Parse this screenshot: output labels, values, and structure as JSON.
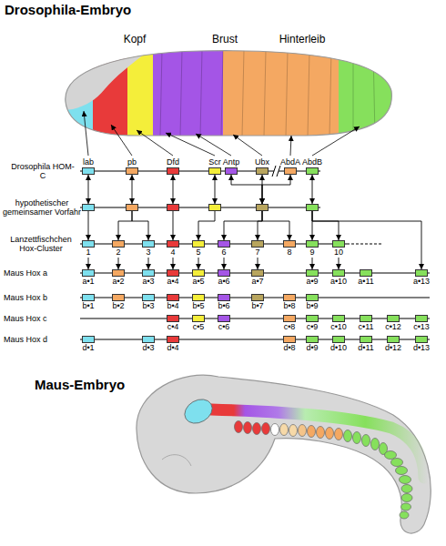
{
  "diagram": {
    "title": "Drosophila-Embryo",
    "nodes": [
      {
        "text": [
          "lab"
        ]
      },
      {
        "text": [
          "pb"
        ]
      },
      {
        "text": [
          "Dfd"
        ]
      },
      {
        "text": [
          "Scr"
        ]
      },
      {
        "text": [
          "Antp"
        ]
      },
      {
        "text": [
          "Ubx"
        ]
      },
      {
        "text": [
          "AbdA"
        ]
      },
      {
        "text": [
          "AbdB"
        ]
      },
      {
        "text": []
      },
      {
        "text": []
      },
      {
        "text": []
      },
      {
        "text": []
      },
      {
        "text": []
      },
      {
        "text": []
      },
      {
        "text": [
          "1"
        ]
      },
      {
        "text": [
          "2"
        ]
      },
      {
        "text": [
          "3"
        ]
      },
      {
        "text": [
          "4"
        ]
      },
      {
        "text": [
          "5"
        ]
      },
      {
        "text": [
          "6"
        ]
      },
      {
        "text": [
          "7"
        ]
      },
      {
        "text": [
          "8"
        ]
      },
      {
        "text": [
          "9"
        ]
      },
      {
        "text": [
          "10"
        ]
      },
      {
        "text": [
          "a•1"
        ]
      },
      {
        "text": [
          "a•2"
        ]
      },
      {
        "text": [
          "a•3"
        ]
      },
      {
        "text": [
          "a•4"
        ]
      },
      {
        "text": [
          "a•5"
        ]
      },
      {
        "text": [
          "a•6"
        ]
      },
      {
        "text": [
          "a•7"
        ]
      },
      {
        "text": [
          "a•9"
        ]
      },
      {
        "text": [
          "a•10"
        ]
      },
      {
        "text": [
          "a•11"
        ]
      },
      {
        "text": [
          "a•13"
        ]
      },
      {
        "text": [
          "b•1"
        ]
      },
      {
        "text": [
          "b•2"
        ]
      },
      {
        "text": [
          "b•3"
        ]
      },
      {
        "text": [
          "b•4"
        ]
      },
      {
        "text": [
          "b•5"
        ]
      },
      {
        "text": [
          "b•6"
        ]
      },
      {
        "text": [
          "b•7"
        ]
      },
      {
        "text": [
          "b•8"
        ]
      },
      {
        "text": [
          "b•9"
        ]
      },
      {
        "text": [
          "c•4"
        ]
      },
      {
        "text": [
          "c•5"
        ]
      },
      {
        "text": [
          "c•6"
        ]
      },
      {
        "text": [
          "c•8"
        ]
      },
      {
        "text": [
          "c•9"
        ]
      },
      {
        "text": [
          "c•10"
        ]
      },
      {
        "text": [
          "c•11"
        ]
      },
      {
        "text": [
          "c•12"
        ]
      },
      {
        "text": [
          "c•13"
        ]
      },
      {
        "text": [
          "d•1"
        ]
      },
      {
        "text": [
          "d•3"
        ]
      },
      {
        "text": [
          "d•4"
        ]
      },
      {
        "text": [
          "d•8"
        ]
      },
      {
        "text": [
          "d•9"
        ]
      },
      {
        "text": [
          "d•10"
        ]
      },
      {
        "text": [
          "d•11"
        ]
      },
      {
        "text": [
          "d•12"
        ]
      },
      {
        "text": [
          "d•13"
        ]
      }
    ],
    "edges": [
      {
        "from": 0,
        "to": 8,
        "arrow": "both"
      },
      {
        "from": 1,
        "to": 9,
        "arrow": "both"
      },
      {
        "from": 2,
        "to": 10,
        "arrow": "both"
      },
      {
        "from": 3,
        "to": 11,
        "arrow": "both"
      },
      {
        "from": 4,
        "to": 12,
        "arrow": "both"
      },
      {
        "from": 5,
        "to": 12,
        "arrow": "both"
      },
      {
        "from": 6,
        "to": 12,
        "arrow": "both"
      },
      {
        "from": 7,
        "to": 13,
        "arrow": "both"
      },
      {
        "from": 8,
        "to": 14,
        "arrow": "to"
      },
      {
        "from": 9,
        "to": 15,
        "arrow": "to"
      },
      {
        "from": 9,
        "to": 16,
        "arrow": "to"
      },
      {
        "from": 10,
        "to": 17,
        "arrow": "to"
      },
      {
        "from": 11,
        "to": 18,
        "arrow": "to"
      },
      {
        "from": 12,
        "to": 19,
        "arrow": "to"
      },
      {
        "from": 12,
        "to": 20,
        "arrow": "to"
      },
      {
        "from": 12,
        "to": 21,
        "arrow": "to"
      },
      {
        "from": 13,
        "to": 22,
        "arrow": "to"
      },
      {
        "from": 13,
        "to": 23,
        "arrow": "to"
      },
      {
        "from": 13,
        "to": 34,
        "arrow": "to"
      },
      {
        "from": 14,
        "to": 24,
        "arrow": "to"
      },
      {
        "from": 15,
        "to": 25,
        "arrow": "to"
      },
      {
        "from": 16,
        "to": 26,
        "arrow": "to"
      },
      {
        "from": 17,
        "to": 27,
        "arrow": "to"
      },
      {
        "from": 18,
        "to": 28,
        "arrow": "to"
      },
      {
        "from": 19,
        "to": 29,
        "arrow": "to"
      },
      {
        "from": 20,
        "to": 30,
        "arrow": "to"
      },
      {
        "from": 22,
        "to": 31,
        "arrow": "to"
      },
      {
        "from": 23,
        "to": 32,
        "arrow": "to"
      }
    ],
    "labels": [
      "Kopf",
      "Brust",
      "Hinterleib",
      "Drosophila HOM-C",
      "hypothetischer gemeinsamer Vorfahr",
      "Lanzettfischchen Hox-Cluster",
      "Maus Hox a",
      "Maus Hox b",
      "Maus Hox c",
      "Maus Hox d",
      "Maus-Embryo"
    ]
  }
}
